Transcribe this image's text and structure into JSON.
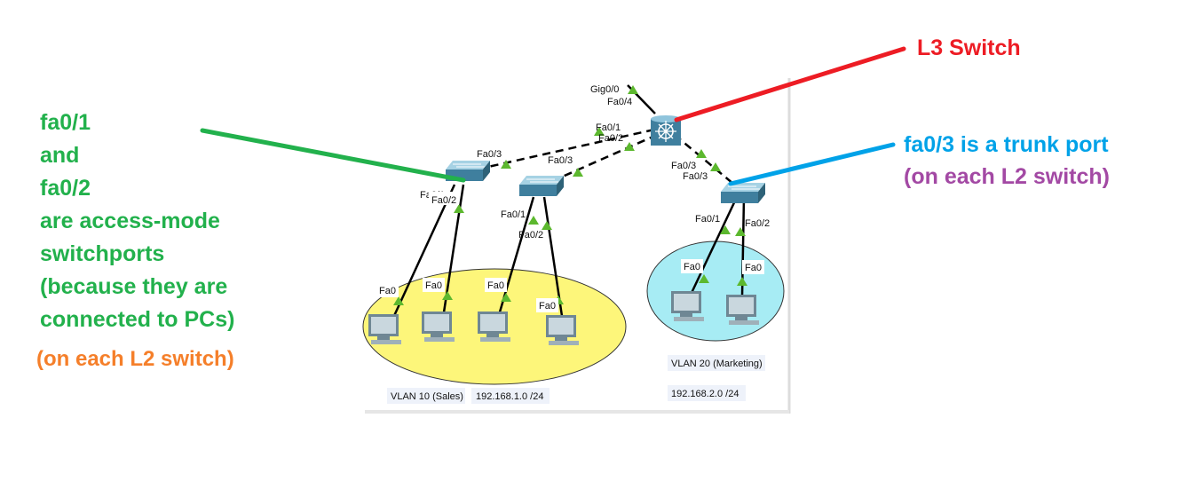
{
  "annotations": {
    "green_lines": [
      "fa0/1",
      "and",
      "fa0/2",
      "are access-mode",
      "switchports",
      "(because they are",
      "connected to PCs)"
    ],
    "orange": "(on each L2 switch)",
    "red": "L3 Switch",
    "blue": "fa0/3 is a trunk port",
    "purple": "(on each L2 switch)"
  },
  "colors": {
    "green": "#22b14c",
    "orange": "#f57f2a",
    "red": "#ed1c24",
    "blue": "#00a2e8",
    "purple": "#a349a4",
    "vlan10_fill": "#fdf67a",
    "vlan20_fill": "#a7ecf4"
  },
  "topology": {
    "vlans": [
      {
        "name": "VLAN 10 (Sales)",
        "subnet": "192.168.1.0 /24"
      },
      {
        "name": "VLAN 20 (Marketing)",
        "subnet": "192.168.2.0 /24"
      }
    ],
    "port_labels": {
      "l3": [
        "Gig0/0",
        "Fa0/4",
        "Fa0/1",
        "Fa0/2"
      ],
      "sw1": [
        "Fa0/3",
        "Fa0/1",
        "Fa0/2"
      ],
      "sw2": [
        "Fa0/3",
        "Fa0/1",
        "Fa0/2"
      ],
      "sw3": [
        "Fa0/3",
        "Fa0/3",
        "Fa0/1",
        "Fa0/2"
      ],
      "pc": [
        "Fa0",
        "Fa0",
        "Fa0",
        "Fa0",
        "Fa0",
        "Fa0"
      ]
    }
  }
}
